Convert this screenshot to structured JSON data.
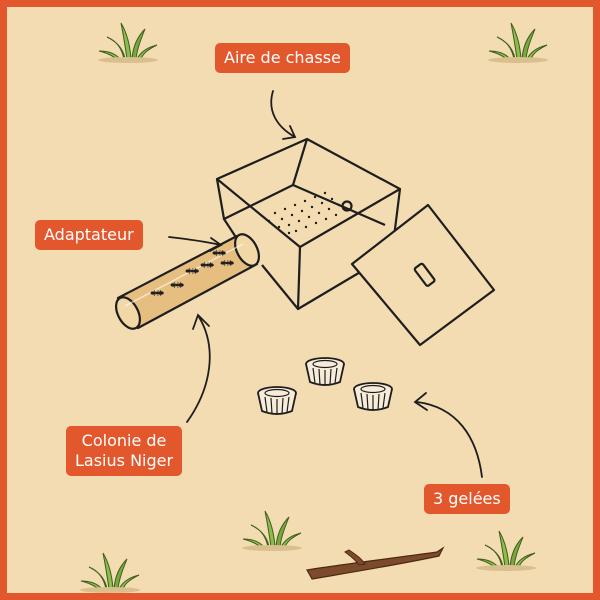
{
  "labels": {
    "hunting_area": "Aire de chasse",
    "adapter": "Adaptateur",
    "colony_line1": "Colonie de",
    "colony_line2": "Lasius Niger",
    "jellies": "3 gelées"
  },
  "colors": {
    "background": "#f3dcb2",
    "frame": "#e2582c",
    "label_bg": "#e2582c",
    "label_text": "#ffffff",
    "line": "#1e1e1e",
    "grass": "#79a83f",
    "stick": "#7d4a2b"
  },
  "icons": [
    "grass-icon",
    "stick-icon",
    "ant-icon",
    "jelly-cup-icon"
  ]
}
